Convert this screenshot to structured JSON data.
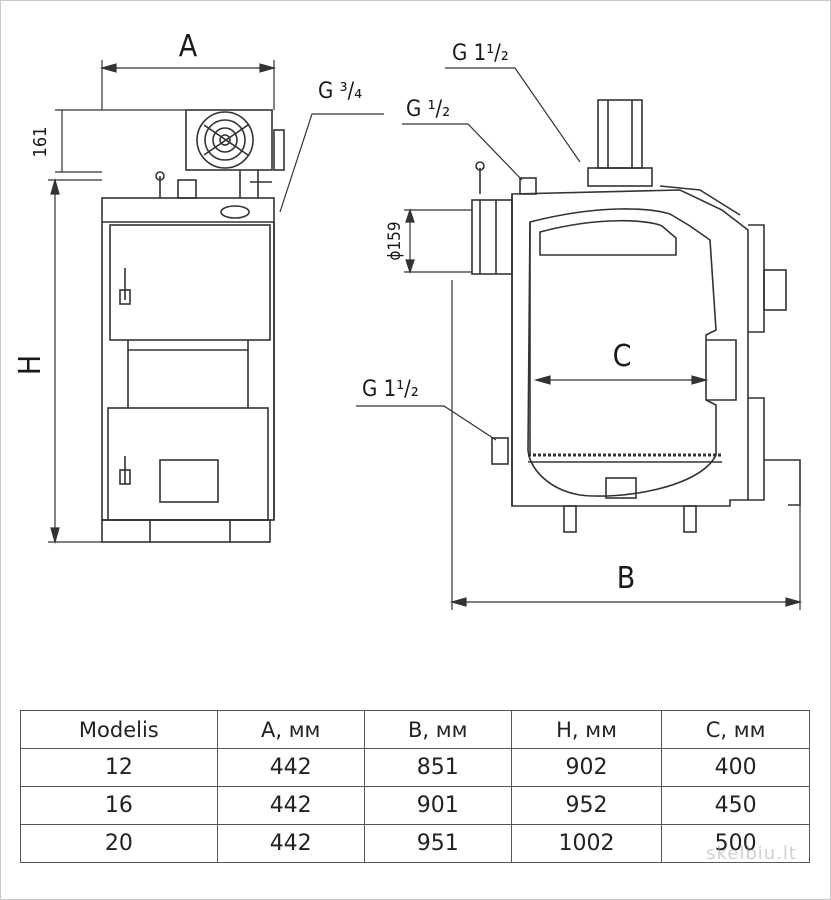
{
  "labels": {
    "a": "A",
    "h": "H",
    "b": "B",
    "c": "C",
    "dim161": "161",
    "phi159": "ϕ159",
    "g34": "G ³/₄",
    "g112_top": "G 1¹/₂",
    "g12": "G ¹/₂",
    "g112_side": "G 1¹/₂"
  },
  "table": {
    "headers": [
      "Modelis",
      "A, мм",
      "B, мм",
      "H, мм",
      "C, мм"
    ],
    "rows": [
      [
        "12",
        "442",
        "851",
        "902",
        "400"
      ],
      [
        "16",
        "442",
        "901",
        "952",
        "450"
      ],
      [
        "20",
        "442",
        "951",
        "1002",
        "500"
      ]
    ]
  },
  "watermark": "skelbiu.lt",
  "colors": {
    "line": "#333333",
    "table_border": "#555555"
  }
}
